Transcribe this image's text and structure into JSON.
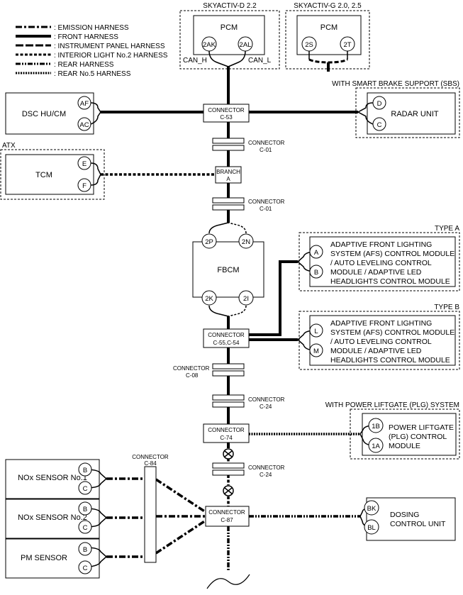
{
  "legend": [
    {
      "label": ": EMISSION HARNESS",
      "style": "emission"
    },
    {
      "label": ": FRONT HARNESS",
      "style": "front"
    },
    {
      "label": ": INSTRUMENT PANEL HARNESS",
      "style": "instrument"
    },
    {
      "label": ": INTERIOR LIGHT No.2 HARNESS",
      "style": "interior"
    },
    {
      "label": ": REAR HARNESS",
      "style": "rear"
    },
    {
      "label": ": REAR No.5 HARNESS",
      "style": "rear5"
    }
  ],
  "groups": {
    "skyactiv_d": "SKYACTIV-D 2.2",
    "skyactiv_g": "SKYACTIV-G 2.0, 2.5",
    "sbs": "WITH SMART BRAKE SUPPORT (SBS)",
    "atx": "ATX",
    "type_a": "TYPE A",
    "type_b": "TYPE B",
    "plg": "WITH POWER LIFTGATE (PLG) SYSTEM"
  },
  "modules": {
    "pcm_d": {
      "name": "PCM",
      "pins": [
        "2AK",
        "2AL"
      ],
      "can_h": "CAN_H",
      "can_l": "CAN_L"
    },
    "pcm_g": {
      "name": "PCM",
      "pins": [
        "2S",
        "2T"
      ]
    },
    "dsc": {
      "name": "DSC HU/CM",
      "pins": [
        "AF",
        "AC"
      ]
    },
    "radar": {
      "name": "RADAR UNIT",
      "pins": [
        "D",
        "C"
      ]
    },
    "tcm": {
      "name": "TCM",
      "pins": [
        "E",
        "F"
      ]
    },
    "fbcm": {
      "name": "FBCM",
      "pins": [
        "2P",
        "2N",
        "2K",
        "2I"
      ]
    },
    "afs_a": {
      "lines": [
        "ADAPTIVE FRONT LIGHTING",
        "SYSTEM (AFS) CONTROL MODULE",
        "/ AUTO LEVELING CONTROL",
        "MODULE / ADAPTIVE LED",
        "HEADLIGHTS CONTROL MODULE"
      ],
      "pins": [
        "A",
        "B"
      ]
    },
    "afs_b": {
      "lines": [
        "ADAPTIVE FRONT LIGHTING",
        "SYSTEM (AFS) CONTROL MODULE",
        "/ AUTO LEVELING CONTROL",
        "MODULE / ADAPTIVE LED",
        "HEADLIGHTS CONTROL MODULE"
      ],
      "pins": [
        "L",
        "M"
      ]
    },
    "plg": {
      "lines": [
        "POWER LIFTGATE",
        "(PLG) CONTROL",
        "MODULE"
      ],
      "pins": [
        "1B",
        "1A"
      ]
    },
    "nox1": {
      "name": "NOx SENSOR No.1",
      "pins": [
        "B",
        "C"
      ]
    },
    "nox2": {
      "name": "NOx SENSOR No.2",
      "pins": [
        "B",
        "C"
      ]
    },
    "pm": {
      "name": "PM SENSOR",
      "pins": [
        "B",
        "C"
      ]
    },
    "dosing": {
      "lines": [
        "DOSING",
        "CONTROL UNIT"
      ],
      "pins": [
        "BK",
        "BL"
      ]
    }
  },
  "connectors": {
    "c53": {
      "title": "CONNECTOR",
      "id": "C-53"
    },
    "c01_top": {
      "title": "CONNECTOR",
      "id": "C-01"
    },
    "branch": {
      "title": "BRANCH",
      "id": "A"
    },
    "c01_bot": {
      "title": "CONNECTOR",
      "id": "C-01"
    },
    "c55": {
      "title": "CONNECTOR",
      "id": "C-55,C-54"
    },
    "c08": {
      "title": "CONNECTOR",
      "id": "C-08"
    },
    "c24_top": {
      "title": "CONNECTOR",
      "id": "C-24"
    },
    "c74": {
      "title": "CONNECTOR",
      "id": "C-74"
    },
    "c24_bot": {
      "title": "CONNECTOR",
      "id": "C-24"
    },
    "c84": {
      "title": "CONNECTOR",
      "id": "C-84"
    },
    "c87": {
      "title": "CONNECTOR",
      "id": "C-87"
    }
  }
}
